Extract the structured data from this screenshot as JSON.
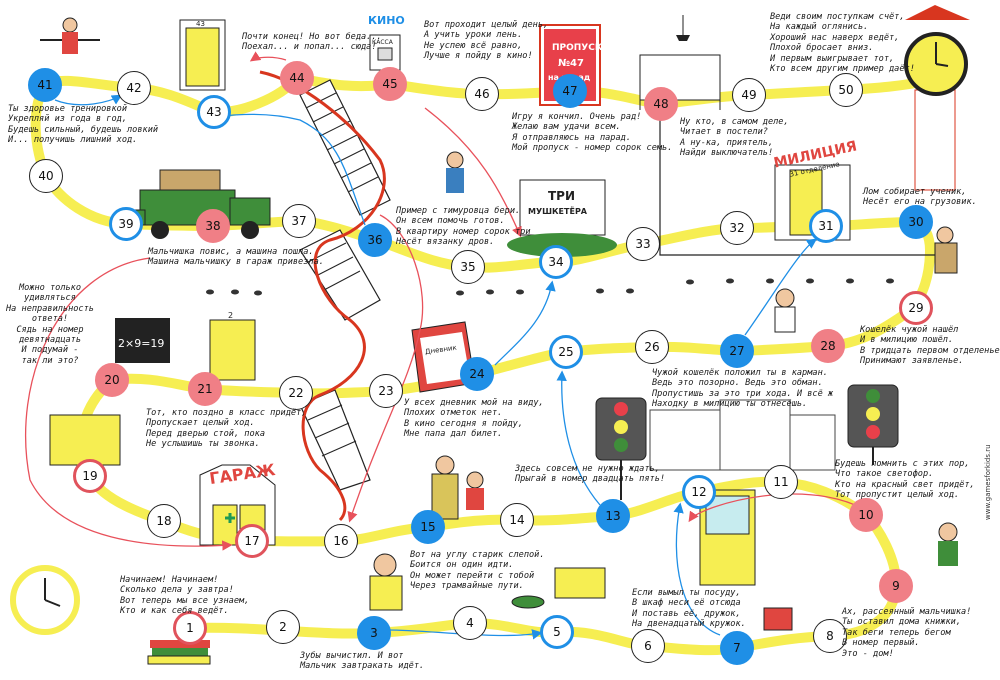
{
  "colors": {
    "path": "#f6ee52",
    "blue": "#1f8fe6",
    "red": "#f07f86",
    "arrow": "#e8515b",
    "frame": "#222222"
  },
  "cells": [
    {
      "n": "1",
      "style": "ring-red"
    },
    {
      "n": "2",
      "style": "plain"
    },
    {
      "n": "3",
      "style": "blue"
    },
    {
      "n": "4",
      "style": "plain"
    },
    {
      "n": "5",
      "style": "ring-blue"
    },
    {
      "n": "6",
      "style": "plain"
    },
    {
      "n": "7",
      "style": "blue"
    },
    {
      "n": "8",
      "style": "plain"
    },
    {
      "n": "9",
      "style": "red"
    },
    {
      "n": "10",
      "style": "red"
    },
    {
      "n": "11",
      "style": "plain"
    },
    {
      "n": "12",
      "style": "ring-blue"
    },
    {
      "n": "13",
      "style": "blue"
    },
    {
      "n": "14",
      "style": "plain"
    },
    {
      "n": "15",
      "style": "blue"
    },
    {
      "n": "16",
      "style": "plain"
    },
    {
      "n": "17",
      "style": "ring-red"
    },
    {
      "n": "18",
      "style": "plain"
    },
    {
      "n": "19",
      "style": "ring-red"
    },
    {
      "n": "20",
      "style": "red"
    },
    {
      "n": "21",
      "style": "red"
    },
    {
      "n": "22",
      "style": "plain"
    },
    {
      "n": "23",
      "style": "plain"
    },
    {
      "n": "24",
      "style": "blue"
    },
    {
      "n": "25",
      "style": "ring-blue"
    },
    {
      "n": "26",
      "style": "plain"
    },
    {
      "n": "27",
      "style": "blue"
    },
    {
      "n": "28",
      "style": "red"
    },
    {
      "n": "29",
      "style": "ring-red"
    },
    {
      "n": "30",
      "style": "blue"
    },
    {
      "n": "31",
      "style": "ring-blue"
    },
    {
      "n": "32",
      "style": "plain"
    },
    {
      "n": "33",
      "style": "plain"
    },
    {
      "n": "34",
      "style": "ring-blue"
    },
    {
      "n": "35",
      "style": "plain"
    },
    {
      "n": "36",
      "style": "blue"
    },
    {
      "n": "37",
      "style": "plain"
    },
    {
      "n": "38",
      "style": "red"
    },
    {
      "n": "39",
      "style": "ring-blue"
    },
    {
      "n": "40",
      "style": "plain"
    },
    {
      "n": "41",
      "style": "blue"
    },
    {
      "n": "42",
      "style": "plain"
    },
    {
      "n": "43",
      "style": "ring-blue"
    },
    {
      "n": "44",
      "style": "red"
    },
    {
      "n": "45",
      "style": "red"
    },
    {
      "n": "46",
      "style": "plain"
    },
    {
      "n": "47",
      "style": "blue"
    },
    {
      "n": "48",
      "style": "red"
    },
    {
      "n": "49",
      "style": "plain"
    },
    {
      "n": "50",
      "style": "plain"
    }
  ],
  "captions": {
    "c_start": "Начинаем! Начинаем!\nСколько дела у завтра!\nВот теперь мы все узнаем,\nКто и как себя ведёт.",
    "c_3": "Зубы вычистил. И вот\nМальчик завтракать идёт.",
    "c_7": "Если вымыл ты посуду,\nВ шкаф неси её отсюда\nИ поставь её, дружок,\nНа двенадцатый кружок.",
    "c_9": "Ах, рассеянный мальчишка!\nТы оставил дома книжки,\nТак беги теперь бегом\nВ номер первый.\nЭто - дом!",
    "c_10": "Будешь помнить с этих пор,\nЧто такое светофор.\nКто на красный свет придёт,\nТот пропустит целый ход.",
    "c_13": "Здесь совсем не нужно ждать,\nПрыгай в номер двадцать пять!",
    "c_15": "Вот на углу старик слепой.\nБоится он один идти.\nОн может перейти с тобой\nЧерез трамвайные пути.",
    "c_21": "Тот, кто поздно в класс придёт,\nПропускает целый ход.\nПеред дверью стой, пока\nНе услышишь ты звонка.",
    "c_19": "Можно только\nудивляться\nНа неправильность\nответа!\nСядь на номер\nдевятнадцать\nИ подумай -\nтак ли это?",
    "c_24": "У всех дневник мой на виду,\nПлохих отметок нет.\nВ кино сегодня я пойду,\nМне папа дал билет.",
    "c_27": "Чужой кошелёк положил ты в карман.\nВедь это позорно. Ведь это обман.\nПропустишь за это три хода. И всё ж\nНаходку в милицию ты отнесёшь.",
    "c_28": "Кошелёк чужой нашёл\nИ в милицию пошёл.\nВ тридцать первом отделенье\nПринимают заявленье.",
    "c_30": "Лом собирает ученик,\nНесёт его на грузовик.",
    "c_36": "Пример с тимуровца бери.\nОн всем помочь готов.\nВ квартиру номер сорок три\nНесёт вязанку дров.",
    "c_38": "Мальчишка повис, а машина пошла.\nМашина мальчишку в гараж привезла.",
    "c_41": "Ты здоровье тренировкой\nУкрепляй из года в год,\nБудешь сильный, будешь ловкий\nИ... получишь лишний ход.",
    "c_44": "Почти конец! Но вот беда...\nПоехал... и попал... сюда!",
    "c_45": "Вот проходит целый день,\nА учить уроки лень.\nНе успею всё равно,\nЛучше я пойду в кино!",
    "c_47": "Игру я кончил. Очень рад!\nЖелаю вам удачи всем.\nЯ отправляюсь на парад.\nМой пропуск - номер сорок семь.",
    "c_48": "Ну кто, в самом деле,\nЧитает в постели?\nА ну-ка, приятель,\nНайди выключатель!",
    "c_50": "Веди своим поступкам счёт,\nНа каждый оглянись.\nХороший нас наверх ведёт,\nПлохой бросает вниз.\nИ первым выигрывает тот,\nКто всем другим пример даёт!"
  },
  "signs": {
    "garage": "ГАРАЖ",
    "militia": "МИЛИЦИЯ",
    "militia_sub": "31 отделение",
    "musketeers_1": "ТРИ",
    "musketeers_2": "МУШКЕТЁРА",
    "pass_1": "ПРОПУСК",
    "pass_2": "№47",
    "pass_3": "на парад",
    "cinema": "КИНО",
    "kassa": "КАССА",
    "math": "2×9=19",
    "door_2": "2",
    "door_43": "43",
    "diary": "Дневник",
    "watermark": "www.gamesforkids.ru"
  }
}
